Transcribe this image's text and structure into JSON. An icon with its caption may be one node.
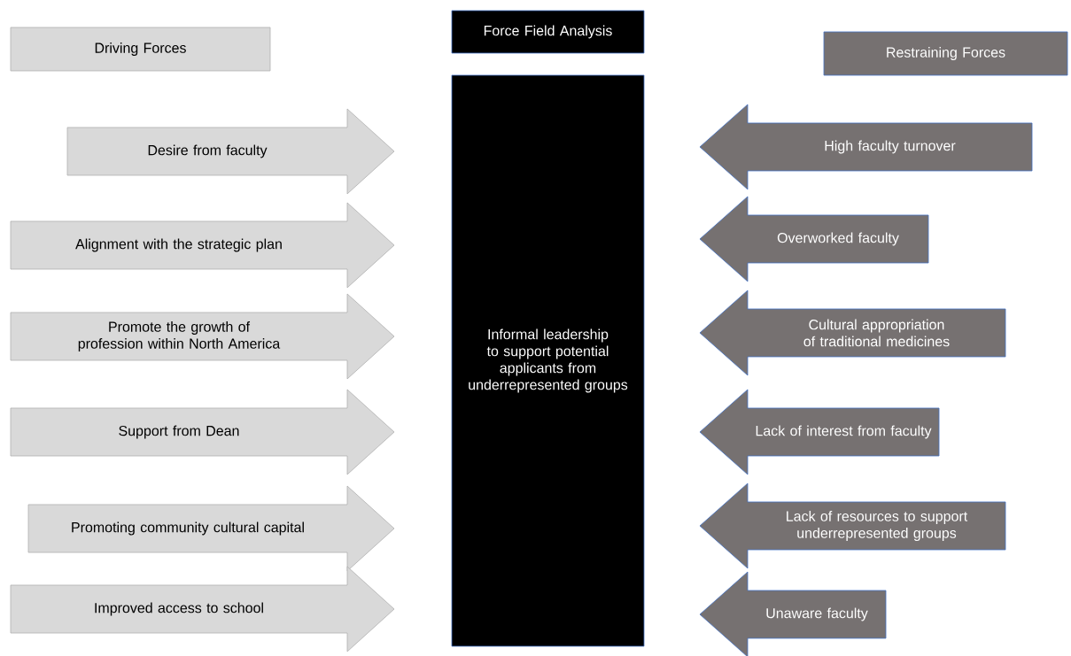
{
  "diagram": {
    "nodes": [
      {
        "text": [
          "Driving Forces"
        ]
      },
      {
        "text": [
          "Force Field Analysis"
        ]
      },
      {
        "text": [
          "Restraining Forces"
        ]
      },
      {
        "text": [
          "Informal leadership to support potential applicants from underrepresented groups"
        ]
      },
      {
        "text": [
          "Desire from faculty"
        ]
      },
      {
        "text": [
          "Alignment with the strategic plan"
        ]
      },
      {
        "text": [
          "Promote the growth of profession within North America"
        ]
      },
      {
        "text": [
          "Support from Dean"
        ]
      },
      {
        "text": [
          "Promoting community cultural capital"
        ]
      },
      {
        "text": [
          "Improved access to school"
        ]
      },
      {
        "text": [
          "High faculty turnover"
        ]
      },
      {
        "text": [
          "Overworked faculty"
        ]
      },
      {
        "text": [
          "Cultural appropriation of traditional medicines"
        ]
      },
      {
        "text": [
          "Lack of interest from faculty"
        ]
      },
      {
        "text": [
          "Lack of resources to support underrepresented groups"
        ]
      },
      {
        "text": [
          "Unaware faculty"
        ]
      }
    ]
  }
}
